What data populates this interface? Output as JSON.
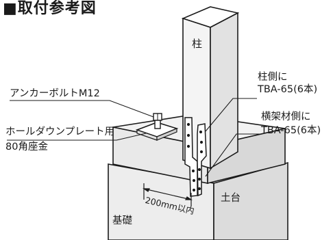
{
  "diagram": {
    "title": "■取付参考図",
    "labels": {
      "pillar": "柱",
      "anchor_bolt": "アンカーボルトM12",
      "holddown_washer_line1": "ホールダウンプレート用",
      "holddown_washer_line2": "80角座金",
      "pillar_side_line1": "柱側に",
      "pillar_side_line2": "TBA-65(6本)",
      "beam_side_line1": "横架材側に",
      "beam_side_line2": "TBA-65(6本)",
      "sill": "土台",
      "dimension": "200mm以内",
      "foundation": "基礎"
    },
    "colors": {
      "line": "#1a1a1a",
      "pillar_face": "#f4f4f4",
      "pillar_side": "#e2e2e2",
      "sill_top": "#f2f2f2",
      "sill_front": "#e9e9e9",
      "foundation": "#ededed",
      "plate": "#ffffff"
    }
  }
}
